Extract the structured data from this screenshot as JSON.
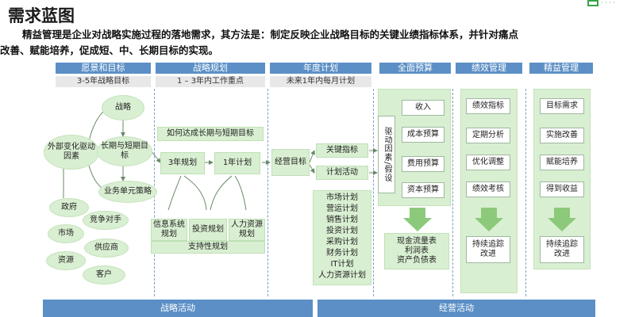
{
  "title": "需求蓝图",
  "intro": {
    "line1": "精益管理是企业对战略实施过程的落地需求，其方法是：制定反映企业战略目标的关键业绩指标体系，并针对痛点",
    "line2": "改善、赋能培养，促成短、中、长期目标的实现。"
  },
  "columns": [
    {
      "header": "愿景和目标",
      "sub": "3-5年战略目标"
    },
    {
      "header": "战略规划",
      "sub": "1 – 3年内工作重点"
    },
    {
      "header": "年度计划",
      "sub": "未来1年内每月计划"
    },
    {
      "header": "全面预算",
      "sub": ""
    },
    {
      "header": "绩效管理",
      "sub": ""
    },
    {
      "header": "精益管理",
      "sub": ""
    }
  ],
  "vision": {
    "strategy": "战略",
    "external": "外部变化驱动因素",
    "goals": "长期与短期目标",
    "bu_strategy": "业务单元策略",
    "government": "政府",
    "competitor": "竞争对手",
    "market": "市场",
    "supplier": "供应商",
    "resource": "资源",
    "customer": "客户"
  },
  "planning": {
    "how": "如何达成长期与短期目标",
    "three_year": "3年规划",
    "one_year": "1年计划",
    "it_plan": "信息系统规划",
    "invest_plan": "投资规划",
    "hr_plan": "人力资源规划",
    "support": "支持性规划"
  },
  "annual": {
    "op_goal": "经营目标",
    "kpi": "关键指标",
    "plan_activity": "计划活动",
    "plans": [
      "市场计划",
      "营运计划",
      "销售计划",
      "投资计划",
      "采购计划",
      "财务计划",
      "IT计划",
      "人力资源计划"
    ]
  },
  "budget": {
    "driver": "驱动因素/假设",
    "items": [
      "收入",
      "成本预算",
      "费用预算",
      "资本预算"
    ],
    "result": [
      "现金流量表",
      "利润表",
      "资产负债表"
    ]
  },
  "performance": {
    "items": [
      "绩效指标",
      "定期分析",
      "优化调整",
      "绩效考核"
    ],
    "result": "持续追踪改进"
  },
  "lean": {
    "items": [
      "目标需求",
      "实施改善",
      "赋能培养",
      "得到收益"
    ],
    "result": "持续追踪改进"
  },
  "bottom": {
    "strategy_activity": "战略活动",
    "operation_activity": "经营活动"
  },
  "colors": {
    "header": "#5b8fc6",
    "green": "#d9efd2",
    "arrow": "#8dc97a"
  }
}
